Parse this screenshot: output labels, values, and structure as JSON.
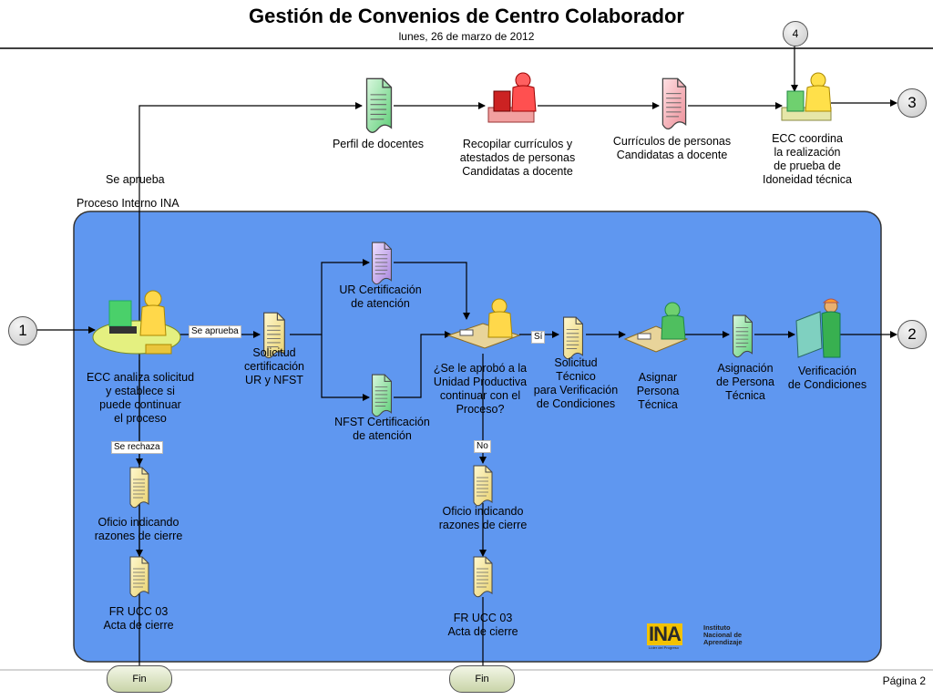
{
  "header": {
    "title": "Gestión de Convenios de Centro Colaborador",
    "date": "lunes, 26 de marzo de 2012"
  },
  "pool": {
    "label": "Proceso Interno INA"
  },
  "connectors": {
    "c1": "1",
    "c2": "2",
    "c3": "3",
    "c4": "4"
  },
  "top_flow": {
    "se_aprueba": "Se aprueba",
    "perfil": "Perfil de docentes",
    "recopilar": "Recopilar currículos y\natestados de personas\nCandidatas a docente",
    "curriculos": "Currículos de personas\nCandidatas a docente",
    "coordina": "ECC coordina\nla realización\nde prueba de\nIdoneidad técnica"
  },
  "main_flow": {
    "ecc_analiza": "ECC analiza solicitud\ny establece si\npuede continuar\nel proceso",
    "lbl_se_aprueba": "Se aprueba",
    "lbl_se_rechaza": "Se rechaza",
    "solicitud_cert": "Solicitud\ncertificación\nUR y NFST",
    "ur_cert": "UR Certificación\nde atención",
    "nfst_cert": "NFST Certificación\nde atención",
    "pregunta": "¿Se le aprobó a la\nUnidad Productiva\ncontinuar con el\nProceso?",
    "lbl_si": "Sí",
    "lbl_no": "No",
    "solicitud_tec": "Solicitud\nTécnico\npara Verificación\nde Condiciones",
    "asignar": "Asignar\nPersona\nTécnica",
    "asignacion": "Asignación\nde Persona\nTécnica",
    "verificacion": "Verificación\nde Condiciones",
    "oficio_1": "Oficio indicando\nrazones de cierre",
    "fr_1": "FR UCC 03\nActa de cierre",
    "oficio_2": "Oficio indicando\nrazones de cierre",
    "fr_2": "FR UCC 03\nActa de cierre",
    "fin_1": "Fin",
    "fin_2": "Fin"
  },
  "logo": {
    "mark": "INA",
    "name": "Instituto\nNacional de\nAprendizaje",
    "slogan": "Líder del Progreso"
  },
  "footer": {
    "page": "Página 2"
  },
  "colors": {
    "pool": "#5f97f0",
    "doc_yellow": "#f6e79a",
    "doc_green": "#8fe0a0",
    "doc_pink": "#f4a9b0",
    "doc_purple": "#c6a6ea"
  }
}
